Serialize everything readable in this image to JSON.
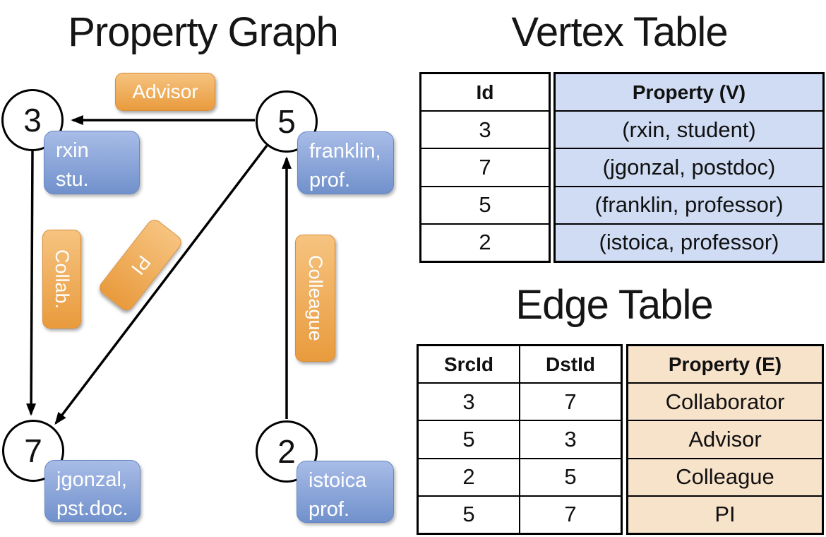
{
  "titles": {
    "graph": "Property Graph",
    "vertex": "Vertex Table",
    "edge": "Edge Table"
  },
  "colors": {
    "orange_top": "#f6c380",
    "orange_bottom": "#e99b3d",
    "orange_border": "#d98e36",
    "blue_top": "#a8bce7",
    "blue_bottom": "#7191cc",
    "blue_border": "#6687c3",
    "vertex_cell_bg": "#cfdcf3",
    "edge_cell_bg": "#f7e2ca",
    "line": "#000000"
  },
  "graph": {
    "nodes": [
      {
        "id": "3"
      },
      {
        "id": "5"
      },
      {
        "id": "7"
      },
      {
        "id": "2"
      }
    ],
    "edges": [
      {
        "from": "5",
        "to": "3",
        "label": "Advisor"
      },
      {
        "from": "3",
        "to": "7",
        "label": "Collab."
      },
      {
        "from": "2",
        "to": "5",
        "label": "Colleague"
      },
      {
        "from": "5",
        "to": "7",
        "label": "PI"
      }
    ],
    "edge_labels": [
      {
        "text": "Advisor"
      },
      {
        "text": "Collab."
      },
      {
        "text": "Colleague"
      },
      {
        "text": "PI"
      }
    ],
    "node_properties": [
      {
        "node": "3",
        "lines": [
          "rxin",
          "stu."
        ]
      },
      {
        "node": "5",
        "lines": [
          "franklin,",
          "prof."
        ]
      },
      {
        "node": "7",
        "lines": [
          "jgonzal,",
          "pst.doc."
        ]
      },
      {
        "node": "2",
        "lines": [
          "istoica",
          "prof."
        ]
      }
    ]
  },
  "vertex_table": {
    "headers": [
      "Id",
      "Property (V)"
    ],
    "rows": [
      [
        "3",
        "(rxin, student)"
      ],
      [
        "7",
        "(jgonzal, postdoc)"
      ],
      [
        "5",
        "(franklin, professor)"
      ],
      [
        "2",
        "(istoica, professor)"
      ]
    ]
  },
  "edge_table": {
    "headers": [
      "SrcId",
      "DstId",
      "Property (E)"
    ],
    "rows": [
      [
        "3",
        "7",
        "Collaborator"
      ],
      [
        "5",
        "3",
        "Advisor"
      ],
      [
        "2",
        "5",
        "Colleague"
      ],
      [
        "5",
        "7",
        "PI"
      ]
    ]
  }
}
